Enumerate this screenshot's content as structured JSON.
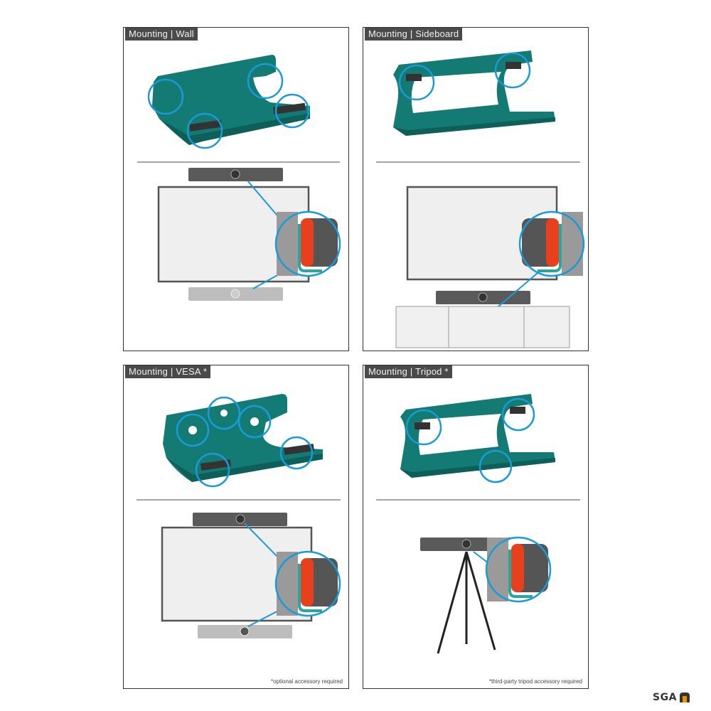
{
  "panels": [
    {
      "label": "Mounting | Wall",
      "footnote": null
    },
    {
      "label": "Mounting | Sideboard",
      "footnote": null
    },
    {
      "label": "Mounting | VESA *",
      "footnote": "*optional accessory required"
    },
    {
      "label": "Mounting | Tripod *",
      "footnote": "*third-party tripod accessory required"
    }
  ],
  "logo": {
    "text": "SGA"
  },
  "colors": {
    "bracket": "#137a74",
    "highlight": "#1a9ad6",
    "device": "#5a5a5a",
    "accent": "#e8401c"
  }
}
